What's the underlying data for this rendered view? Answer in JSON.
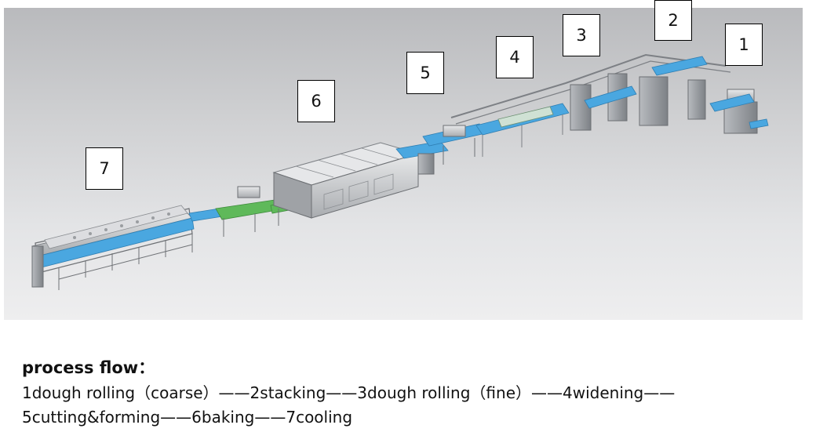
{
  "stages": [
    {
      "number": "1"
    },
    {
      "number": "2"
    },
    {
      "number": "3"
    },
    {
      "number": "4"
    },
    {
      "number": "5"
    },
    {
      "number": "6"
    },
    {
      "number": "7"
    }
  ],
  "caption": {
    "title": "process flow：",
    "flow": "1dough rolling（coarse）——2stacking——3dough rolling（fine）——4widening——5cutting&forming——6baking——7cooling"
  },
  "colors": {
    "background_top": "#b9babd",
    "background_bottom": "#eeeeef",
    "conveyor_belt": "#4aa7e0",
    "forming_section": "#5fb95a",
    "machine_frame": "#8a8d91"
  }
}
